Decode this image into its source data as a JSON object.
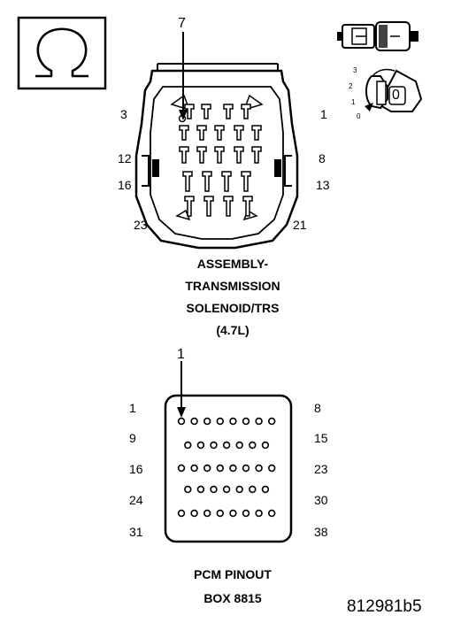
{
  "connector": {
    "callout": "7",
    "pins": {
      "top_left": "3",
      "top_right": "1",
      "mid_left": "12",
      "mid_right": "8",
      "lower_left": "16",
      "lower_right": "13",
      "bottom_left": "23",
      "bottom_right": "21"
    },
    "caption_lines": [
      "ASSEMBLY-",
      "TRANSMISSION",
      "SOLENOID/TRS",
      "(4.7L)"
    ],
    "ohm_icon": "omega-symbol",
    "plug_icon": "connector-plug",
    "key_icon": "key-position-dial",
    "key_positions": [
      "3",
      "2",
      "1",
      "0"
    ],
    "key_cylinder_mark": "0"
  },
  "pcm": {
    "callout": "1",
    "rows": [
      {
        "left": "1",
        "right": "8",
        "pins": 8
      },
      {
        "left": "9",
        "right": "15",
        "pins": 7
      },
      {
        "left": "16",
        "right": "23",
        "pins": 8
      },
      {
        "left": "24",
        "right": "30",
        "pins": 7
      },
      {
        "left": "31",
        "right": "38",
        "pins": 8
      }
    ],
    "caption_lines": [
      "PCM PINOUT",
      "BOX 8815"
    ]
  },
  "figure_id": "812981b5"
}
